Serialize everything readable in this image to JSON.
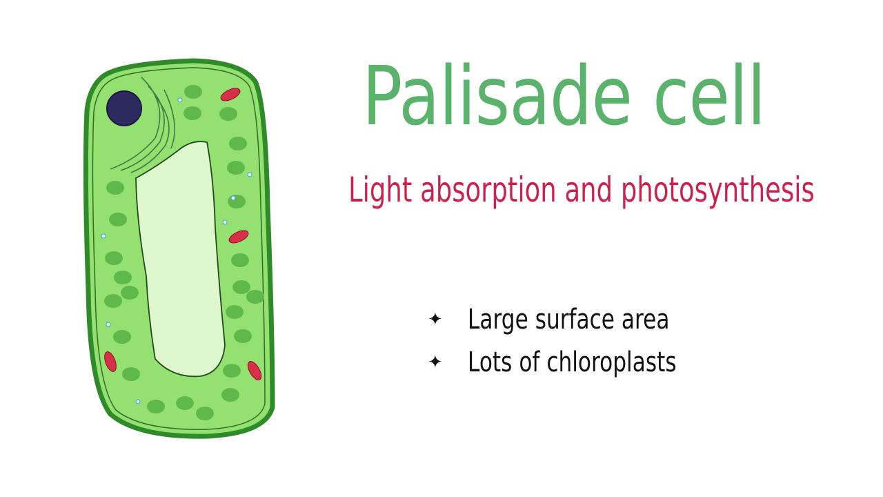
{
  "slide": {
    "title": "Palisade cell",
    "subtitle": "Light absorption and photosynthesis",
    "bullets": [
      {
        "icon": "four-point-star-icon",
        "text": "Large surface area"
      },
      {
        "icon": "four-point-star-icon",
        "text": "Lots of chloroplasts"
      }
    ]
  },
  "colors": {
    "title": "#5bb26c",
    "subtitle": "#c8234f",
    "cell_wall": "#2f8a2a",
    "cytoplasm": "#94e070",
    "vacuole": "#def7cc",
    "chloroplast": "#5fb84a",
    "nucleus": "#2c2a5e",
    "mitochondria": "#d9304a"
  }
}
